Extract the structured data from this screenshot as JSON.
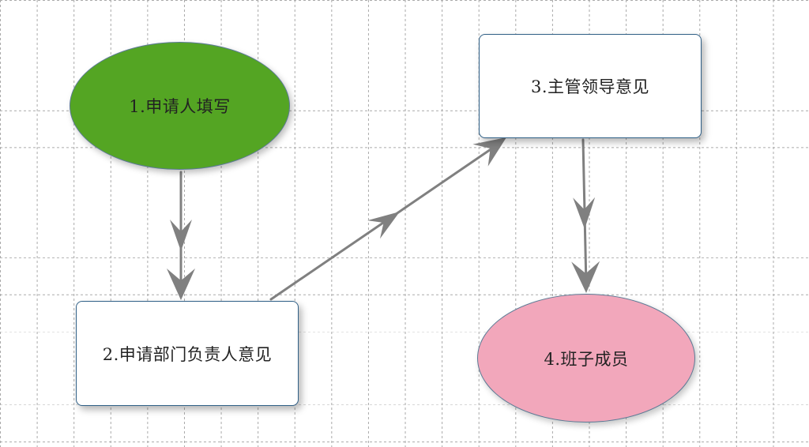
{
  "nodes": [
    {
      "id": "n1",
      "label": "1.申请人填写",
      "shape": "ellipse",
      "fill": "#54a523"
    },
    {
      "id": "n2",
      "label": "2.申请部门负责人意见",
      "shape": "rounded-rect",
      "fill": "#ffffff"
    },
    {
      "id": "n3",
      "label": "3.主管领导意见",
      "shape": "rounded-rect",
      "fill": "#ffffff"
    },
    {
      "id": "n4",
      "label": "4.班子成员",
      "shape": "ellipse",
      "fill": "#f2a7bb"
    }
  ],
  "edges": [
    {
      "from": "n1",
      "to": "n2"
    },
    {
      "from": "n2",
      "to": "n3"
    },
    {
      "from": "n3",
      "to": "n4"
    }
  ],
  "colors": {
    "connector": "#808080",
    "node_border": "#2f5f86",
    "grid": "#a9a9a9"
  }
}
